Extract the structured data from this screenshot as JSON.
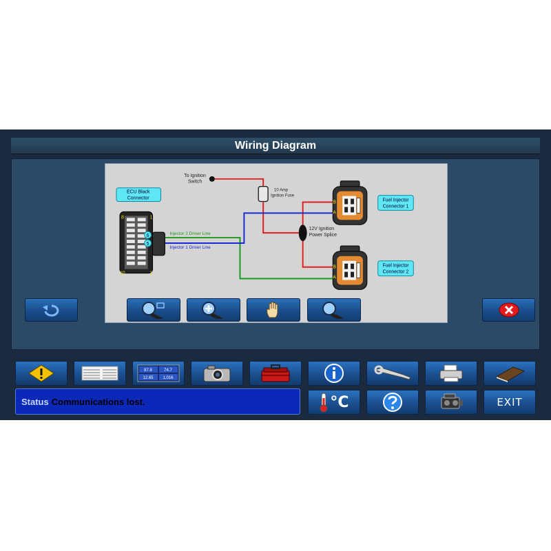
{
  "window": {
    "title": "Wiring Diagram"
  },
  "diagram": {
    "ecu_label": [
      "ECU Black",
      "Connector"
    ],
    "ignition_switch_label": [
      "To Ignition",
      "Switch"
    ],
    "fuse_label": [
      "10 Amp",
      "Ignition Fuse"
    ],
    "splice_label": [
      "12V Ignition",
      "Power Splice"
    ],
    "injector1_label": [
      "Fuel Injector",
      "Connector 1"
    ],
    "injector2_label": [
      "Fuel Injector",
      "Connector 2"
    ],
    "driver_line_2": "Injector 2 Driver Line",
    "driver_line_1": "Injector 1 Driver Line",
    "ecu_pin_top_left": "8",
    "ecu_pin_top_right": "1",
    "ecu_pin_bottom_left": "10",
    "ecu_pin_bottom_right": "1",
    "ecu_pin_injector2": "6",
    "ecu_pin_injector1": "5",
    "inj_pin_b": "B",
    "inj_pin_a": "A",
    "colors": {
      "power": "#e02020",
      "injector2": "#1a9a1a",
      "injector1": "#1a2ad0"
    }
  },
  "toolbar": {
    "back": "back-arrow-icon",
    "zoom_fit": "zoom-fit-icon",
    "zoom_in": "zoom-in-icon",
    "pan": "pan-hand-icon",
    "zoom_out": "zoom-out-icon",
    "close": "close-icon"
  },
  "bottom": {
    "exit_label": "EXIT",
    "temp_unit": "°C",
    "gauge_values": [
      "87.8",
      "74.7",
      "12.65",
      "1,016"
    ]
  },
  "status": {
    "label": "Status",
    "text": "Communications lost."
  }
}
